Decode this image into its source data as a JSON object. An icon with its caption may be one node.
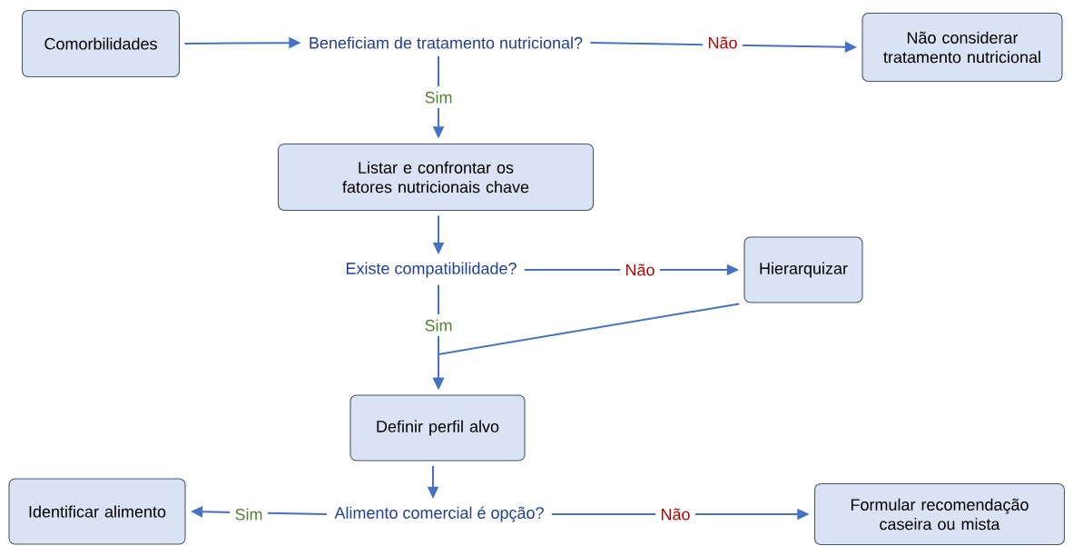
{
  "diagram": {
    "nodes": [
      {
        "text": [
          "Comorbilidades"
        ]
      },
      {
        "text": [
          "Beneficiam de tratamento nutricional?"
        ]
      },
      {
        "text": [
          "Não considerar tratamento nutricional"
        ]
      },
      {
        "text": [
          "Listar e confrontar os fatores nutricionais chave"
        ]
      },
      {
        "text": [
          "Existe compatibilidade?"
        ]
      },
      {
        "text": [
          "Hierarquizar"
        ]
      },
      {
        "text": [
          "Definir perfil alvo"
        ]
      },
      {
        "text": [
          "Alimento comercial é opção?"
        ]
      },
      {
        "text": [
          "Identificar alimento"
        ]
      },
      {
        "text": [
          "Formular recomendação caseira ou mista"
        ]
      }
    ],
    "edges": [
      {
        "from": 0,
        "to": 1,
        "arrow": "to"
      },
      {
        "from": 1,
        "to": 2,
        "arrow": "to",
        "label": "Não"
      },
      {
        "from": 1,
        "to": 3,
        "arrow": "to",
        "label": "Sim"
      },
      {
        "from": 3,
        "to": 4,
        "arrow": "to"
      },
      {
        "from": 4,
        "to": 5,
        "arrow": "to",
        "label": "Não"
      },
      {
        "from": 4,
        "to": 6,
        "arrow": "to",
        "label": "Sim"
      },
      {
        "from": 5,
        "to": 6,
        "arrow": "to"
      },
      {
        "from": 6,
        "to": 7,
        "arrow": "to"
      },
      {
        "from": 7,
        "to": 8,
        "arrow": "to",
        "label": "Sim"
      },
      {
        "from": 7,
        "to": 9,
        "arrow": "to",
        "label": "Não"
      }
    ]
  }
}
